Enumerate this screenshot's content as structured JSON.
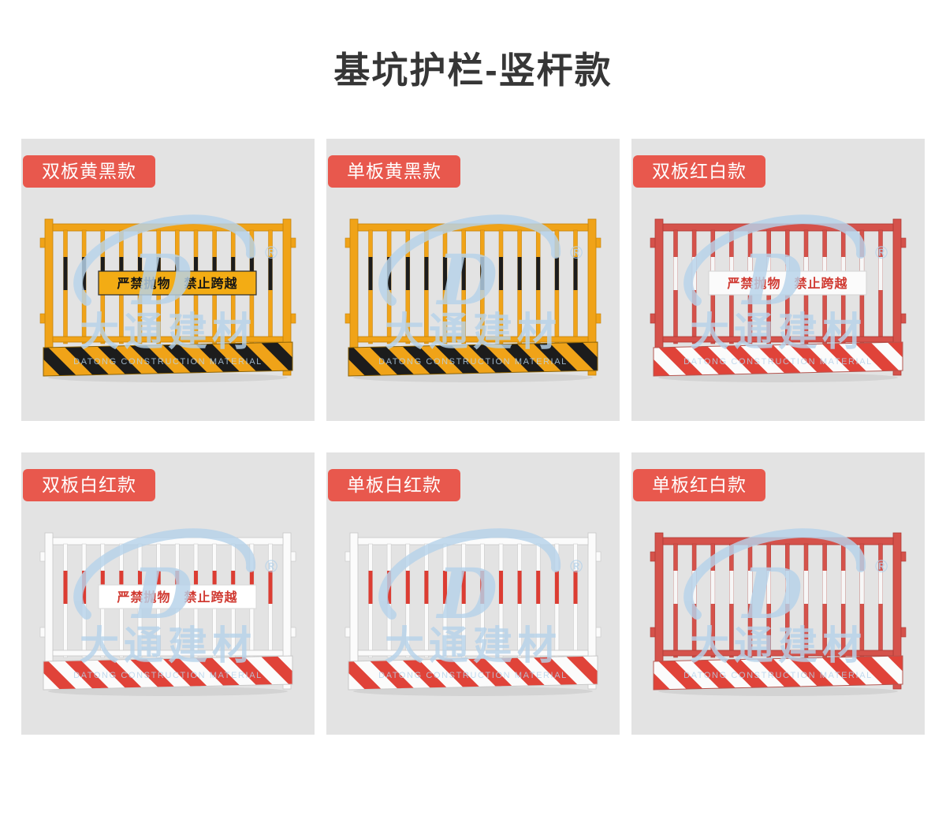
{
  "page": {
    "title": "基坑护栏-竖杆款",
    "background": "#ffffff"
  },
  "panel": {
    "background": "#e3e3e3",
    "label_bg": "#e8584d",
    "label_text_color": "#ffffff"
  },
  "watermark": {
    "brand": "大通建材",
    "subtitle": "DATONG CONSTRUCTION MATERIAL",
    "registered": "®",
    "monogram": "D",
    "color": "#b7d3ea"
  },
  "sign_text": "严禁抛物　禁止跨越",
  "products": [
    {
      "label": "双板黄黑款",
      "has_sign": true,
      "bars": 12,
      "colors": {
        "frame": "#f0a318",
        "frame_stroke": "#c5820c",
        "accent": "#1c1c1c",
        "sign_bg": "#f3ac14",
        "sign_text": "#151515",
        "sign_border": "#2a2a2a",
        "stripe_a": "#1c1c1c",
        "stripe_b": "#f0a318",
        "board_stroke": "#8a6206"
      }
    },
    {
      "label": "单板黄黑款",
      "has_sign": false,
      "bars": 12,
      "colors": {
        "frame": "#f0a318",
        "frame_stroke": "#c5820c",
        "accent": "#1c1c1c",
        "sign_bg": "#f3ac14",
        "sign_text": "#151515",
        "sign_border": "#2a2a2a",
        "stripe_a": "#1c1c1c",
        "stripe_b": "#f0a318",
        "board_stroke": "#8a6206"
      }
    },
    {
      "label": "双板红白款",
      "has_sign": true,
      "bars": 12,
      "colors": {
        "frame": "#d5524b",
        "frame_stroke": "#ae3a34",
        "accent": "#f7f7f7",
        "sign_bg": "#fbfbfb",
        "sign_text": "#d03a32",
        "sign_border": "#d8d8d8",
        "stripe_a": "#fbfbfb",
        "stripe_b": "#e04339",
        "board_stroke": "#b5554f"
      }
    },
    {
      "label": "双板白红款",
      "has_sign": true,
      "bars": 12,
      "colors": {
        "frame": "#fbfbfb",
        "frame_stroke": "#c6c6c6",
        "accent": "#dc3c32",
        "sign_bg": "#ffffff",
        "sign_text": "#d03a32",
        "sign_border": "#dcdcdc",
        "stripe_a": "#e04339",
        "stripe_b": "#fbfbfb",
        "board_stroke": "#c9c9c9"
      }
    },
    {
      "label": "单板白红款",
      "has_sign": false,
      "bars": 12,
      "colors": {
        "frame": "#fbfbfb",
        "frame_stroke": "#c6c6c6",
        "accent": "#dc3c32",
        "sign_bg": "#ffffff",
        "sign_text": "#d03a32",
        "sign_border": "#dcdcdc",
        "stripe_a": "#e04339",
        "stripe_b": "#fbfbfb",
        "board_stroke": "#c9c9c9"
      }
    },
    {
      "label": "单板红白款",
      "has_sign": false,
      "bars": 12,
      "colors": {
        "frame": "#d5524b",
        "frame_stroke": "#ae3a34",
        "accent": "#f7f7f7",
        "sign_bg": "#fbfbfb",
        "sign_text": "#d03a32",
        "sign_border": "#d8d8d8",
        "stripe_a": "#fbfbfb",
        "stripe_b": "#e04339",
        "board_stroke": "#b5554f"
      }
    }
  ]
}
